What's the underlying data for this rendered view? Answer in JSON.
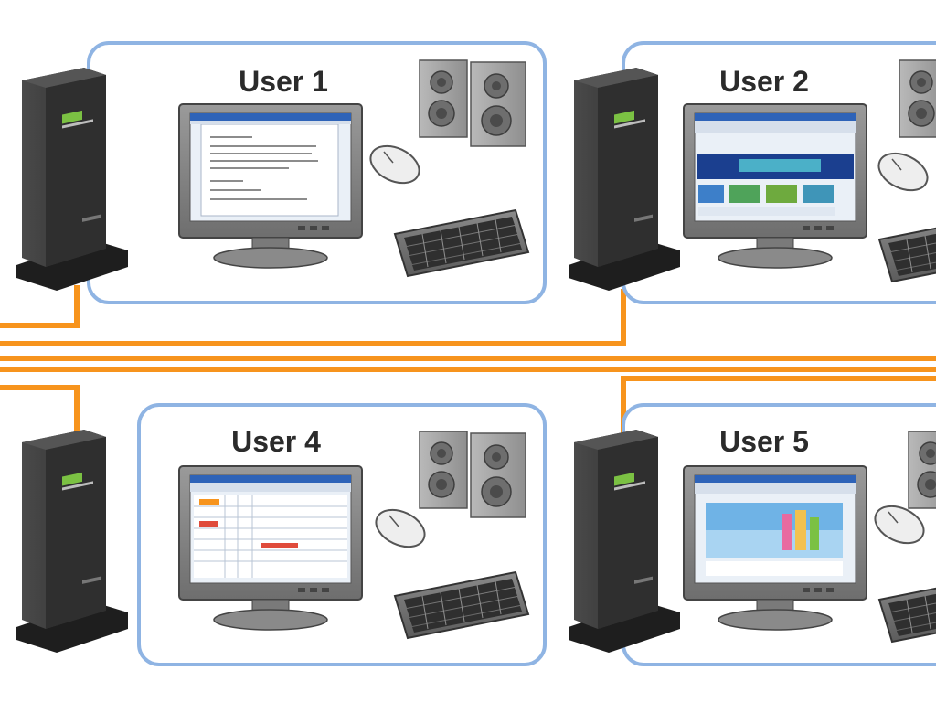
{
  "users": [
    {
      "label": "User 1",
      "screen": "document"
    },
    {
      "label": "User 2",
      "screen": "web-page"
    },
    {
      "label": "User 4",
      "screen": "spreadsheet"
    },
    {
      "label": "User 5",
      "screen": "photo-web-page"
    }
  ],
  "icons": {
    "terminal": "thin-client-terminal-icon",
    "monitor": "monitor-icon",
    "speakers": "speakers-icon",
    "mouse": "mouse-icon",
    "keyboard": "keyboard-icon"
  },
  "colors": {
    "panel_border": "#8fb4e3",
    "cable": "#f7941d",
    "terminal_body": "#3a3a3a",
    "terminal_accent": "#7bc143",
    "label_text": "#2b2b2b"
  }
}
